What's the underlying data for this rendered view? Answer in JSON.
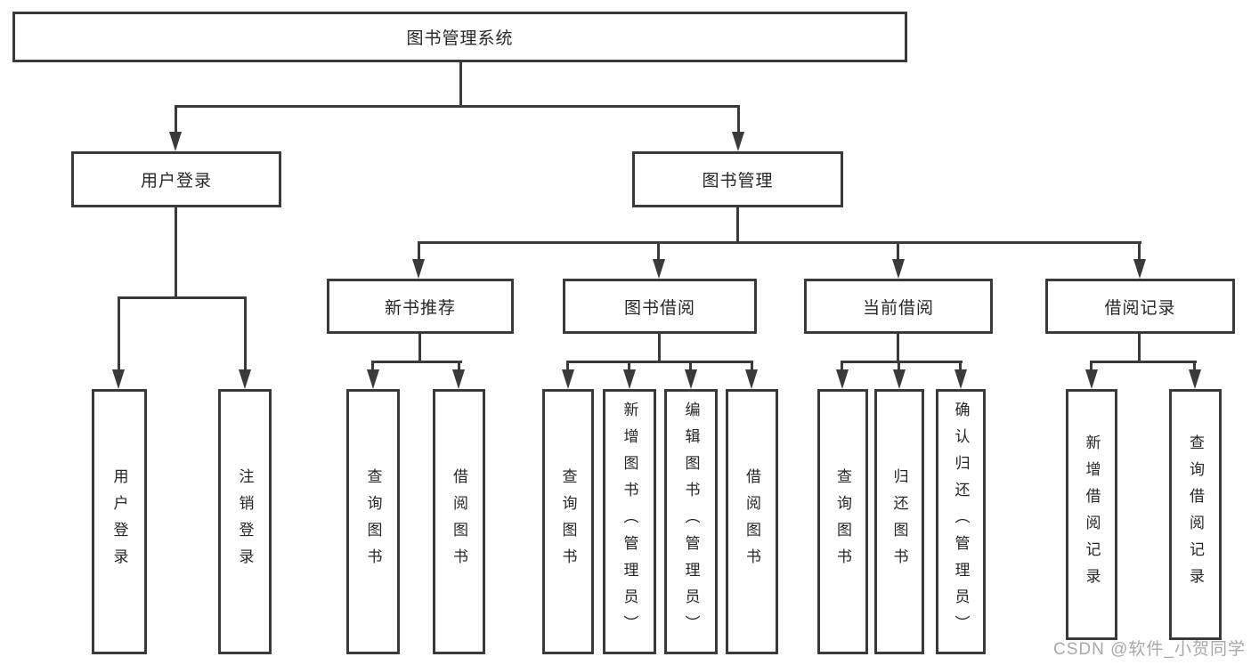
{
  "diagram": {
    "title": "图书管理系统",
    "nodes": {
      "root": "图书管理系统",
      "user_login": "用户登录",
      "book_mgmt": "图书管理",
      "leaf_user_login": "用户登录",
      "leaf_logout": "注销登录",
      "new_book_rec": "新书推荐",
      "book_borrow": "图书借阅",
      "current_borrow": "当前借阅",
      "borrow_records": "借阅记录",
      "nb_query_books": "查询图书",
      "nb_borrow_books": "借阅图书",
      "bb_query_books": "查询图书",
      "bb_add_books": "新增图书（管理员）",
      "bb_edit_books": "编辑图书（管理员）",
      "bb_borrow_books": "借阅图书",
      "cb_query_books": "查询图书",
      "cb_return_books": "归还图书",
      "cb_confirm_return": "确认归还（管理员）",
      "br_add_record": "新增借阅记录",
      "br_query_record": "查询借阅记录"
    },
    "structure": {
      "root": "图书管理系统",
      "children": [
        {
          "label": "用户登录",
          "children": [
            "用户登录",
            "注销登录"
          ]
        },
        {
          "label": "图书管理",
          "children": [
            {
              "label": "新书推荐",
              "children": [
                "查询图书",
                "借阅图书"
              ]
            },
            {
              "label": "图书借阅",
              "children": [
                "查询图书",
                "新增图书（管理员）",
                "编辑图书（管理员）",
                "借阅图书"
              ]
            },
            {
              "label": "当前借阅",
              "children": [
                "查询图书",
                "归还图书",
                "确认归还（管理员）"
              ]
            },
            {
              "label": "借阅记录",
              "children": [
                "新增借阅记录",
                "查询借阅记录"
              ]
            }
          ]
        }
      ]
    },
    "watermark": "CSDN @软件_小贺同学",
    "colors": {
      "line": "#3a3a3a",
      "text": "#262626",
      "background": "#ffffff",
      "watermark": "#a8a8a8"
    }
  }
}
